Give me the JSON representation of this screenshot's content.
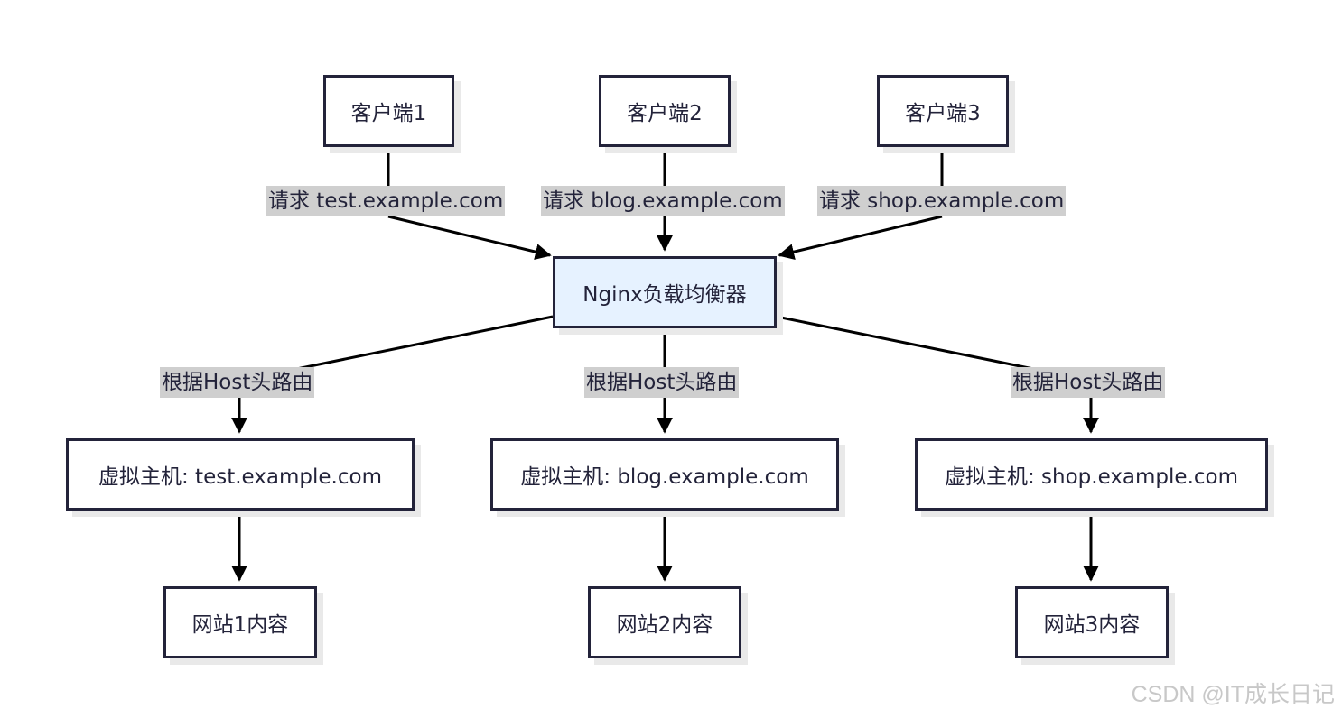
{
  "clients": [
    "客户端1",
    "客户端2",
    "客户端3"
  ],
  "load_balancer": "Nginx负载均衡器",
  "request_labels": [
    "请求 test.example.com",
    "请求 blog.example.com",
    "请求 shop.example.com"
  ],
  "route_label": "根据Host头路由",
  "virtual_hosts": [
    "虚拟主机: test.example.com",
    "虚拟主机: blog.example.com",
    "虚拟主机: shop.example.com"
  ],
  "sites": [
    "网站1内容",
    "网站2内容",
    "网站3内容"
  ],
  "watermark": "CSDN @IT成长日记"
}
